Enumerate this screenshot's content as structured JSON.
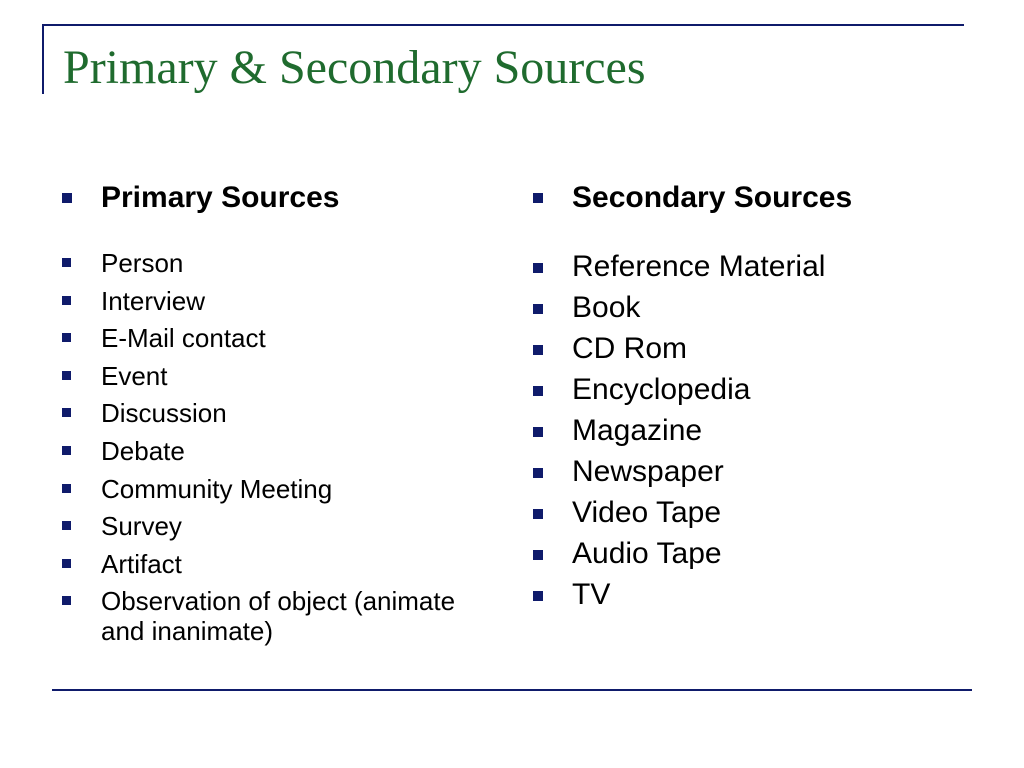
{
  "slide": {
    "title": "Primary & Secondary Sources"
  },
  "primary": {
    "heading": "Primary Sources",
    "items": [
      "Person",
      "Interview",
      "E-Mail contact",
      "Event",
      "Discussion",
      "Debate",
      "Community Meeting",
      "Survey",
      "Artifact",
      "Observation of object (animate and inanimate)"
    ]
  },
  "secondary": {
    "heading": "Secondary Sources",
    "items": [
      "Reference Material",
      "Book",
      "CD Rom",
      "Encyclopedia",
      "Magazine",
      "Newspaper",
      "Video Tape",
      "Audio Tape",
      "TV"
    ]
  },
  "colors": {
    "title": "#1f6b2e",
    "rule": "#0f1b6b",
    "bullet": "#0f1b6b",
    "text": "#000000"
  }
}
